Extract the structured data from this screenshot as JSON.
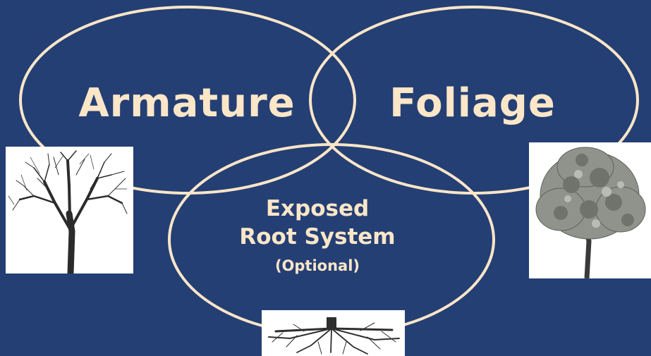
{
  "diagram": {
    "circles": [
      {
        "label": "Armature"
      },
      {
        "label": "Foliage"
      },
      {
        "label_line1": "Exposed",
        "label_line2": "Root System",
        "note": "(Optional)"
      }
    ],
    "colors": {
      "background": "#243f74",
      "outline": "#fbe6c8",
      "text": "#fbe6c8"
    },
    "images": [
      "bare-tree-icon",
      "leafy-tree-icon",
      "root-system-icon"
    ]
  }
}
